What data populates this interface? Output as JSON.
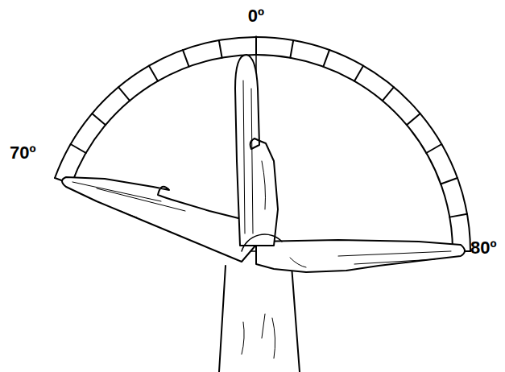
{
  "diagram": {
    "labels": [
      "0º",
      "70º",
      "80º"
    ]
  }
}
